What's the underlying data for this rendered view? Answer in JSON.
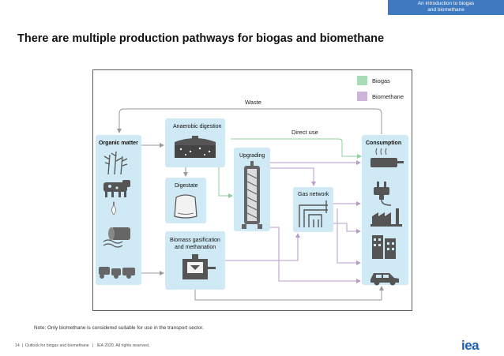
{
  "header": {
    "section_tag_line1": "An introduction to biogas",
    "section_tag_line2": "and biomethane",
    "title": "There are multiple production pathways for biogas and biomethane"
  },
  "diagram": {
    "legend": [
      {
        "label": "Biogas",
        "color": "#a8dbb6"
      },
      {
        "label": "Biomethane",
        "color": "#cdb5da"
      }
    ],
    "labels": {
      "organic_matter": "Organic matter",
      "consumption": "Consumption",
      "anaerobic_digestion": "Anaerobic digestion",
      "digestate": "Digestate",
      "biomass_gasification_line1": "Biomass gasification",
      "biomass_gasification_line2": "and methanation",
      "upgrading": "Upgrading",
      "gas_network": "Gas network",
      "waste": "Waste",
      "direct_use": "Direct use"
    },
    "colors": {
      "box_fill": "#cfe9f5",
      "icon": "#555555",
      "flow_grey": "#9a9a9a",
      "flow_biogas": "#a8dbb6",
      "flow_biomethane": "#cdb5da"
    }
  },
  "note": "Note: Only biomethane is considered suitable for use in the transport sector.",
  "footer": {
    "page": "14",
    "publication": "Outlook for biogas and biomethane",
    "rights": "IEA 2020. All rights reserved."
  },
  "logo": "iea"
}
